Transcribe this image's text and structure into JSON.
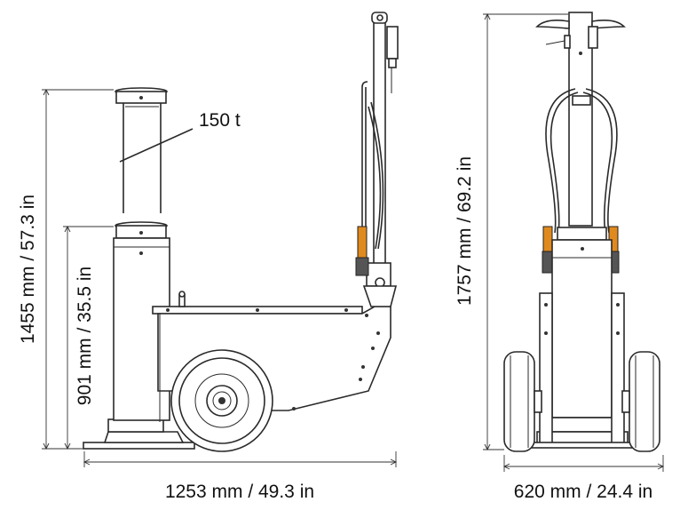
{
  "capacity_label": "150 t",
  "dimensions": {
    "extended_height": "1455 mm / 57.3 in",
    "retracted_height": "901 mm / 35.5 in",
    "length": "1253 mm / 49.3 in",
    "overall_height": "1757 mm / 69.2 in",
    "width": "620 mm / 24.4 in"
  },
  "colors": {
    "line": "#2a2a2a",
    "background": "#ffffff",
    "accent_orange": "#e08a1e"
  }
}
